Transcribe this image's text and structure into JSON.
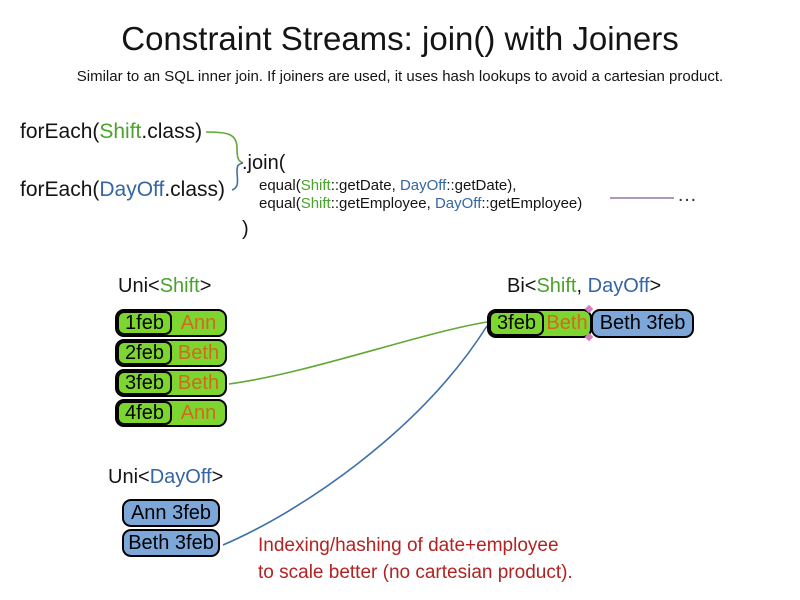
{
  "title": "Constraint Streams: join() with Joiners",
  "subtitle": "Similar to an SQL inner join. If joiners are used, it uses hash lookups to avoid a cartesian product.",
  "code": {
    "foreach_shift": {
      "prefix": "forEach(",
      "cls": "Shift",
      "suffix": ".class)"
    },
    "foreach_dayoff": {
      "prefix": "forEach(",
      "cls": "DayOff",
      "suffix": ".class)"
    },
    "join_open": ".join(",
    "equal_date": {
      "fn": "equal(",
      "left_cls": "Shift",
      "left_rest": "::getDate, ",
      "right_cls": "DayOff",
      "right_rest": "::getDate),"
    },
    "equal_employee": {
      "fn": "equal(",
      "left_cls": "Shift",
      "left_rest": "::getEmployee, ",
      "right_cls": "DayOff",
      "right_rest": "::getEmployee)"
    },
    "join_close": ")",
    "ellipsis": "…"
  },
  "uni_shift": {
    "label": {
      "prefix": "Uni<",
      "cls": "Shift",
      "suffix": ">"
    },
    "rows": [
      {
        "date": "1feb",
        "employee": "Ann"
      },
      {
        "date": "2feb",
        "employee": "Beth"
      },
      {
        "date": "3feb",
        "employee": "Beth"
      },
      {
        "date": "4feb",
        "employee": "Ann"
      }
    ]
  },
  "bi": {
    "label": {
      "prefix": "Bi<",
      "shift_cls": "Shift",
      "sep": ", ",
      "dayoff_cls": "DayOff",
      "suffix": ">"
    },
    "row": {
      "shift_date": "3feb",
      "shift_employee": "Beth",
      "dayoff": "Beth 3feb"
    }
  },
  "uni_dayoff": {
    "label": {
      "prefix": "Uni<",
      "cls": "DayOff",
      "suffix": ">"
    },
    "rows": [
      {
        "text": "Ann 3feb"
      },
      {
        "text": "Beth 3feb"
      }
    ]
  },
  "note": {
    "line1": "Indexing/hashing of date+employee",
    "line2": "to scale better (no cartesian product)."
  },
  "colors": {
    "shift_green": "#4AA32A",
    "dayoff_blue": "#3465A4",
    "employee_orange": "#D2691E",
    "note_red": "#B22222",
    "shift_box_fill": "#7DD62F",
    "dayoff_box_fill": "#7DA7D9",
    "connector_green": "#5FA834",
    "connector_blue": "#3E6FA8",
    "joiner_purple": "#9673A6"
  }
}
